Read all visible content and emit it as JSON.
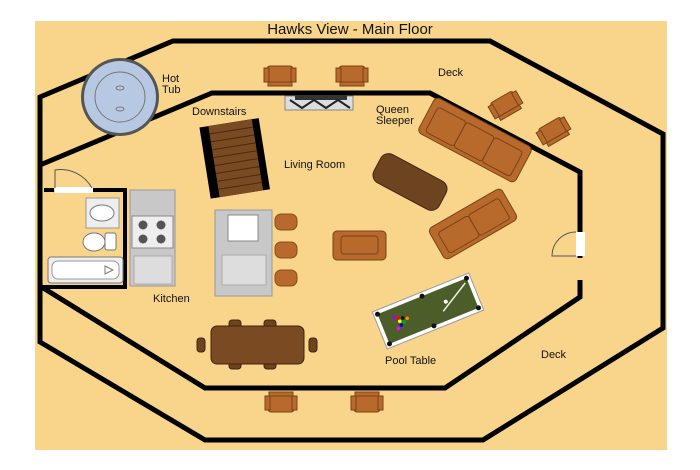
{
  "title": "Hawks View - Main Floor",
  "labels": {
    "hot_tub_line1": "Hot",
    "hot_tub_line2": "Tub",
    "deck_top": "Deck",
    "downstairs": "Downstairs",
    "queen_line1": "Queen",
    "queen_line2": "Sleeper",
    "living_room": "Living Room",
    "kitchen": "Kitchen",
    "pool_table": "Pool Table",
    "deck_bottom": "Deck"
  },
  "colors": {
    "floor": "#F9D58C",
    "wall": "#000000",
    "furniture": "#B8692C",
    "dark_wood": "#6E4320",
    "hot_tub": "#B7C9E2",
    "felt": "#4B5E2A",
    "appliance": "#C8C8C8"
  }
}
